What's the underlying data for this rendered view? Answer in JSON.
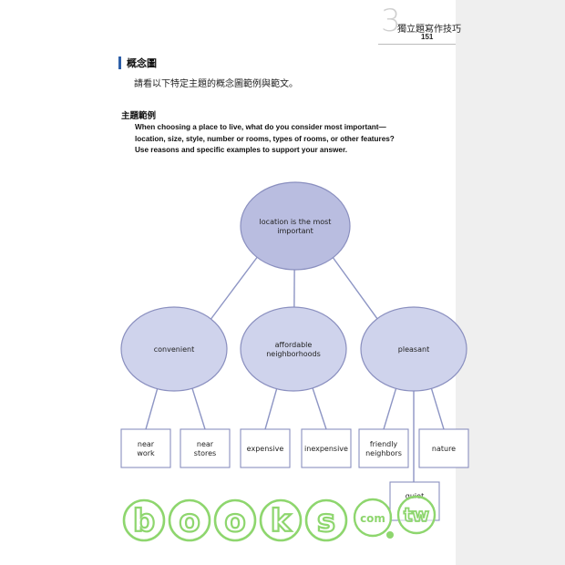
{
  "header": {
    "chapter_number": "3",
    "chapter_title": "獨立題寫作技巧",
    "page_number": "151"
  },
  "section": {
    "title": "概念圖",
    "intro": "請看以下特定主題的概念圖範例與範文。"
  },
  "topic": {
    "label": "主題範例",
    "prompt_lines": [
      "When choosing a place to live, what do you consider most important—",
      "location, size, style, number or rooms, types of rooms, or other features?",
      "Use reasons and specific examples to support your answer."
    ]
  },
  "concept_map": {
    "root": [
      "location is the most",
      "important"
    ],
    "branches": [
      {
        "label": [
          "convenient"
        ],
        "leaves": [
          [
            "near",
            "work"
          ],
          [
            "near",
            "stores"
          ]
        ]
      },
      {
        "label": [
          "affordable",
          "neighborhoods"
        ],
        "leaves": [
          [
            "expensive"
          ],
          [
            "inexpensive"
          ]
        ]
      },
      {
        "label": [
          "pleasant"
        ],
        "leaves": [
          [
            "friendly",
            "neighbors"
          ],
          [
            "nature"
          ],
          [
            "quiet"
          ]
        ]
      }
    ]
  },
  "watermark": {
    "letters": [
      "b",
      "o",
      "o",
      "k",
      "s"
    ],
    "suffix_com": "com",
    "suffix_tw": "tw",
    "color": "#8ed66e"
  },
  "colors": {
    "ellipse_fill": "#cfd3ec",
    "root_fill": "#b9bde0",
    "stroke": "#8a8fbf",
    "line": "#8d95c4",
    "box_stroke": "#8a8fbf",
    "accent_bar": "#2e5fa8"
  }
}
